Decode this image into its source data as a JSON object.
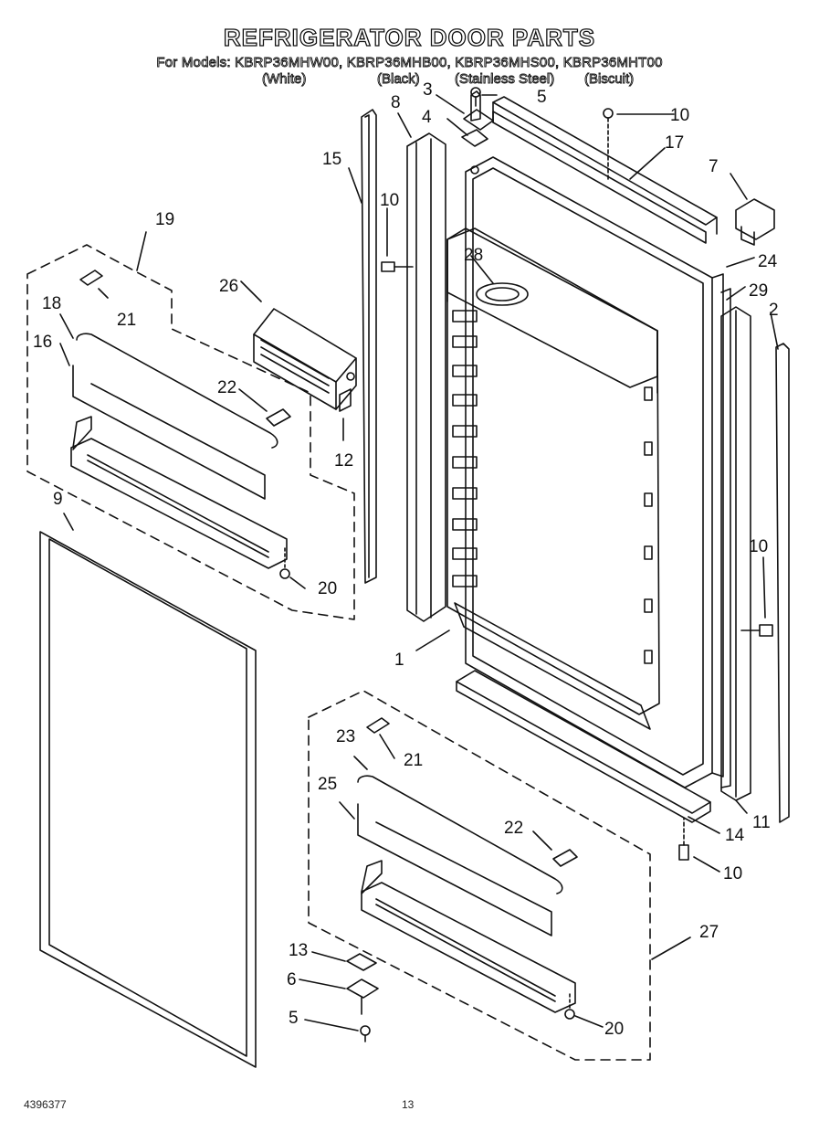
{
  "header": {
    "title": "REFRIGERATOR DOOR PARTS",
    "models_line": "For Models: KBRP36MHW00, KBRP36MHB00, KBRP36MHS00, KBRP36MHT00",
    "variants": [
      "(White)",
      "(Black)",
      "(Stainless Steel)",
      "(Biscuit)"
    ]
  },
  "callouts": {
    "c1": "1",
    "c2": "2",
    "c3": "3",
    "c4": "4",
    "c5a": "5",
    "c5b": "5",
    "c6": "6",
    "c7": "7",
    "c8": "8",
    "c9": "9",
    "c10a": "10",
    "c10b": "10",
    "c10c": "10",
    "c10d": "10",
    "c11": "11",
    "c12": "12",
    "c13": "13",
    "c14": "14",
    "c15": "15",
    "c16": "16",
    "c17": "17",
    "c18": "18",
    "c19": "19",
    "c20a": "20",
    "c20b": "20",
    "c21a": "21",
    "c21b": "21",
    "c22a": "22",
    "c22b": "22",
    "c23": "23",
    "c24": "24",
    "c25": "25",
    "c26": "26",
    "c27": "27",
    "c28": "28",
    "c29": "29"
  },
  "footer": {
    "doc_number": "4396377",
    "page_number": "13"
  }
}
